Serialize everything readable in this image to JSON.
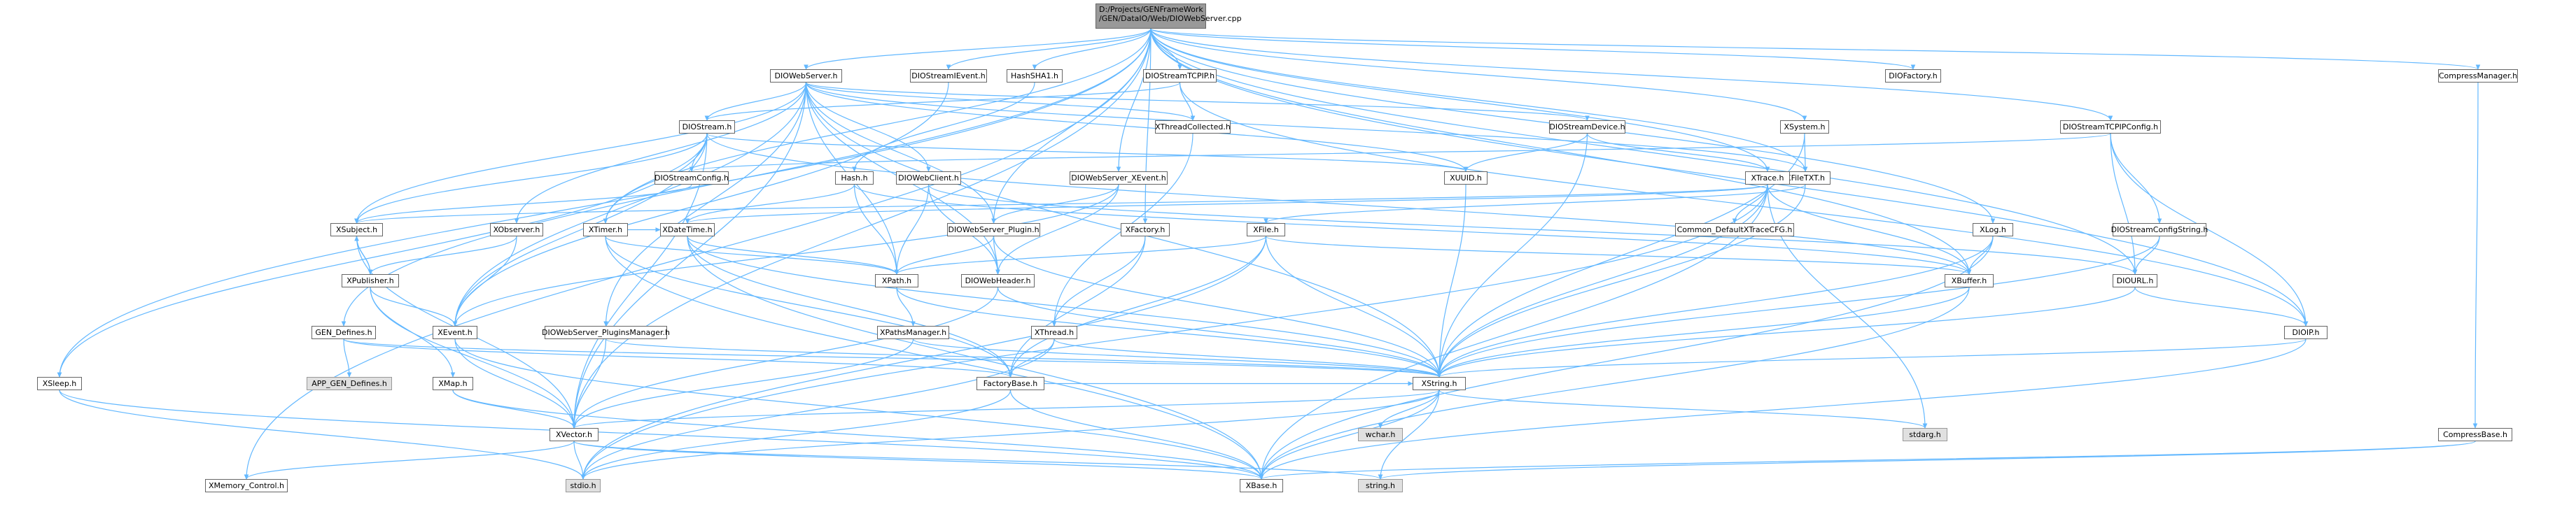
{
  "colors": {
    "edge": "#63b8ff",
    "node_border": "#666666",
    "system_fill": "#e0e0e0",
    "root_fill": "#999999"
  },
  "nodes": [
    {
      "id": "root",
      "label": "D:/Projects/GENFrameWork\n/GEN/DataIO/Web/DIOWebServer.cpp",
      "kind": "root"
    },
    {
      "id": "DIOWebServer_h",
      "label": "DIOWebServer.h"
    },
    {
      "id": "DIOStreamIEvent_h",
      "label": "DIOStreamIEvent.h"
    },
    {
      "id": "HashSHA1_h",
      "label": "HashSHA1.h"
    },
    {
      "id": "DIOStreamTCPIP_h",
      "label": "DIOStreamTCPIP.h"
    },
    {
      "id": "DIOFactory_h",
      "label": "DIOFactory.h"
    },
    {
      "id": "CompressManager_h",
      "label": "CompressManager.h"
    },
    {
      "id": "DIOStream_h",
      "label": "DIOStream.h"
    },
    {
      "id": "XThreadCollected_h",
      "label": "XThreadCollected.h"
    },
    {
      "id": "DIOStreamDevice_h",
      "label": "DIOStreamDevice.h"
    },
    {
      "id": "XSystem_h",
      "label": "XSystem.h"
    },
    {
      "id": "DIOStreamTCPIPConfig_h",
      "label": "DIOStreamTCPIPConfig.h"
    },
    {
      "id": "DIOStreamConfig_h",
      "label": "DIOStreamConfig.h"
    },
    {
      "id": "XUUID_h",
      "label": "XUUID.h"
    },
    {
      "id": "XFileTXT_h",
      "label": "XFileTXT.h"
    },
    {
      "id": "Hash_h",
      "label": "Hash.h"
    },
    {
      "id": "DIOWebClient_h",
      "label": "DIOWebClient.h"
    },
    {
      "id": "DIOWebServer_XEvent_h",
      "label": "DIOWebServer_XEvent.h"
    },
    {
      "id": "XTrace_h",
      "label": "XTrace.h"
    },
    {
      "id": "XSubject_h",
      "label": "XSubject.h"
    },
    {
      "id": "XObserver_h",
      "label": "XObserver.h"
    },
    {
      "id": "DIOWebServer_Plugin_h",
      "label": "DIOWebServer_Plugin.h"
    },
    {
      "id": "Common_DefaultXTraceCFG_h",
      "label": "Common_DefaultXTraceCFG.h"
    },
    {
      "id": "DIOStreamConfigString_h",
      "label": "DIOStreamConfigString.h"
    },
    {
      "id": "XTimer_h",
      "label": "XTimer.h"
    },
    {
      "id": "XDateTime_h",
      "label": "XDateTime.h"
    },
    {
      "id": "XFactory_h",
      "label": "XFactory.h"
    },
    {
      "id": "XFile_h",
      "label": "XFile.h"
    },
    {
      "id": "XLog_h",
      "label": "XLog.h"
    },
    {
      "id": "XPublisher_h",
      "label": "XPublisher.h"
    },
    {
      "id": "XPath_h",
      "label": "XPath.h"
    },
    {
      "id": "DIOWebHeader_h",
      "label": "DIOWebHeader.h"
    },
    {
      "id": "XBuffer_h",
      "label": "XBuffer.h"
    },
    {
      "id": "DIOURL_h",
      "label": "DIOURL.h"
    },
    {
      "id": "GEN_Defines_h",
      "label": "GEN_Defines.h"
    },
    {
      "id": "XEvent_h",
      "label": "XEvent.h"
    },
    {
      "id": "DIOWebServer_PluginsManager_h",
      "label": "DIOWebServer_PluginsManager.h"
    },
    {
      "id": "XPathsManager_h",
      "label": "XPathsManager.h"
    },
    {
      "id": "XThread_h",
      "label": "XThread.h"
    },
    {
      "id": "DIOIP_h",
      "label": "DIOIP.h"
    },
    {
      "id": "XSleep_h",
      "label": "XSleep.h"
    },
    {
      "id": "APP_GEN_Defines_h",
      "label": "APP_GEN_Defines.h",
      "kind": "system"
    },
    {
      "id": "XMap_h",
      "label": "XMap.h"
    },
    {
      "id": "FactoryBase_h",
      "label": "FactoryBase.h"
    },
    {
      "id": "XString_h",
      "label": "XString.h"
    },
    {
      "id": "wchar_h",
      "label": "wchar.h",
      "kind": "system"
    },
    {
      "id": "stdarg_h",
      "label": "stdarg.h",
      "kind": "system"
    },
    {
      "id": "CompressBase_h",
      "label": "CompressBase.h"
    },
    {
      "id": "XVector_h",
      "label": "XVector.h"
    },
    {
      "id": "XMemory_Control_h",
      "label": "XMemory_Control.h"
    },
    {
      "id": "stdio_h",
      "label": "stdio.h",
      "kind": "system"
    },
    {
      "id": "XBase_h",
      "label": "XBase.h"
    },
    {
      "id": "string_h",
      "label": "string.h",
      "kind": "system"
    }
  ],
  "edges": [
    [
      "root",
      "DIOWebServer_h"
    ],
    [
      "root",
      "DIOStreamIEvent_h"
    ],
    [
      "root",
      "HashSHA1_h"
    ],
    [
      "root",
      "DIOStreamTCPIP_h"
    ],
    [
      "root",
      "DIOFactory_h"
    ],
    [
      "root",
      "CompressManager_h"
    ],
    [
      "root",
      "XSystem_h"
    ],
    [
      "root",
      "DIOStreamTCPIPConfig_h"
    ],
    [
      "root",
      "XFileTXT_h"
    ],
    [
      "root",
      "DIOWebServer_XEvent_h"
    ],
    [
      "root",
      "DIOWebServer_Plugin_h"
    ],
    [
      "root",
      "XTimer_h"
    ],
    [
      "root",
      "XFactory_h"
    ],
    [
      "root",
      "XLog_h"
    ],
    [
      "root",
      "XBuffer_h"
    ],
    [
      "root",
      "DIOURL_h"
    ],
    [
      "root",
      "GEN_Defines_h"
    ],
    [
      "root",
      "XSleep_h"
    ],
    [
      "root",
      "XMemory_Control_h"
    ],
    [
      "root",
      "DIOIP_h"
    ],
    [
      "root",
      "XTrace_h"
    ],
    [
      "root",
      "XVector_h"
    ],
    [
      "DIOWebServer_h",
      "DIOStream_h"
    ],
    [
      "DIOWebServer_h",
      "XThreadCollected_h"
    ],
    [
      "DIOWebServer_h",
      "DIOStreamDevice_h"
    ],
    [
      "DIOWebServer_h",
      "DIOWebClient_h"
    ],
    [
      "DIOWebServer_h",
      "XSubject_h"
    ],
    [
      "DIOWebServer_h",
      "XObserver_h"
    ],
    [
      "DIOWebServer_h",
      "DIOWebServer_Plugin_h"
    ],
    [
      "DIOWebServer_h",
      "XPath_h"
    ],
    [
      "DIOWebServer_h",
      "DIOWebHeader_h"
    ],
    [
      "DIOWebServer_h",
      "DIOWebServer_PluginsManager_h"
    ],
    [
      "DIOWebServer_h",
      "XString_h"
    ],
    [
      "DIOWebServer_h",
      "XVector_h"
    ],
    [
      "DIOWebServer_h",
      "XEvent_h"
    ],
    [
      "DIOWebServer_h",
      "XFileTXT_h"
    ],
    [
      "DIOWebServer_h",
      "XUUID_h"
    ],
    [
      "DIOStreamIEvent_h",
      "XEvent_h"
    ],
    [
      "HashSHA1_h",
      "Hash_h"
    ],
    [
      "DIOStreamTCPIP_h",
      "DIOStream_h"
    ],
    [
      "DIOStreamTCPIP_h",
      "XThreadCollected_h"
    ],
    [
      "DIOStreamTCPIP_h",
      "DIOIP_h"
    ],
    [
      "DIOStream_h",
      "DIOStreamConfig_h"
    ],
    [
      "DIOStream_h",
      "XSubject_h"
    ],
    [
      "DIOStream_h",
      "XTimer_h"
    ],
    [
      "DIOStream_h",
      "XBuffer_h"
    ],
    [
      "DIOStream_h",
      "XEvent_h"
    ],
    [
      "DIOStream_h",
      "XUUID_h"
    ],
    [
      "DIOStream_h",
      "XSleep_h"
    ],
    [
      "DIOStream_h",
      "XVector_h"
    ],
    [
      "XThreadCollected_h",
      "XThread_h"
    ],
    [
      "DIOStreamDevice_h",
      "XUUID_h"
    ],
    [
      "DIOStreamDevice_h",
      "XTrace_h"
    ],
    [
      "DIOStreamDevice_h",
      "XString_h"
    ],
    [
      "XSystem_h",
      "XFileTXT_h"
    ],
    [
      "XSystem_h",
      "XString_h"
    ],
    [
      "DIOStreamTCPIPConfig_h",
      "DIOStreamConfig_h"
    ],
    [
      "DIOStreamTCPIPConfig_h",
      "DIOStreamConfigString_h"
    ],
    [
      "DIOStreamTCPIPConfig_h",
      "DIOURL_h"
    ],
    [
      "DIOStreamTCPIPConfig_h",
      "DIOIP_h"
    ],
    [
      "DIOStreamConfig_h",
      "XSubject_h"
    ],
    [
      "XUUID_h",
      "XString_h"
    ],
    [
      "XFileTXT_h",
      "XFile_h"
    ],
    [
      "XFileTXT_h",
      "XString_h"
    ],
    [
      "Hash_h",
      "XBuffer_h"
    ],
    [
      "Hash_h",
      "XPath_h"
    ],
    [
      "Hash_h",
      "XDateTime_h"
    ],
    [
      "DIOWebClient_h",
      "DIOWebHeader_h"
    ],
    [
      "DIOWebClient_h",
      "XPath_h"
    ],
    [
      "DIOWebClient_h",
      "DIOURL_h"
    ],
    [
      "DIOWebServer_XEvent_h",
      "XEvent_h"
    ],
    [
      "DIOWebServer_XEvent_h",
      "DIOWebHeader_h"
    ],
    [
      "DIOWebServer_XEvent_h",
      "DIOWebServer_Plugin_h"
    ],
    [
      "XTrace_h",
      "Common_DefaultXTraceCFG_h"
    ],
    [
      "XTrace_h",
      "XBuffer_h"
    ],
    [
      "XTrace_h",
      "XString_h"
    ],
    [
      "XTrace_h",
      "XSubject_h"
    ],
    [
      "XTrace_h",
      "XDateTime_h"
    ],
    [
      "XTrace_h",
      "XBase_h"
    ],
    [
      "XTrace_h",
      "stdarg_h"
    ],
    [
      "XTrace_h",
      "stdio_h"
    ],
    [
      "XSubject_h",
      "XPublisher_h"
    ],
    [
      "XSubject_h",
      "XVector_h"
    ],
    [
      "XObserver_h",
      "XPublisher_h"
    ],
    [
      "XObserver_h",
      "XEvent_h"
    ],
    [
      "DIOWebServer_Plugin_h",
      "XPath_h"
    ],
    [
      "DIOWebServer_Plugin_h",
      "DIOWebHeader_h"
    ],
    [
      "DIOWebServer_Plugin_h",
      "XString_h"
    ],
    [
      "DIOStreamConfigString_h",
      "DIOURL_h"
    ],
    [
      "DIOStreamConfigString_h",
      "XString_h"
    ],
    [
      "XTimer_h",
      "XDateTime_h"
    ],
    [
      "XTimer_h",
      "XPath_h"
    ],
    [
      "XTimer_h",
      "FactoryBase_h"
    ],
    [
      "XTimer_h",
      "XBase_h"
    ],
    [
      "XDateTime_h",
      "XPath_h"
    ],
    [
      "XDateTime_h",
      "XString_h"
    ],
    [
      "XDateTime_h",
      "FactoryBase_h"
    ],
    [
      "XDateTime_h",
      "XBase_h"
    ],
    [
      "XFactory_h",
      "FactoryBase_h"
    ],
    [
      "XFactory_h",
      "XThread_h"
    ],
    [
      "XFile_h",
      "XPath_h"
    ],
    [
      "XFile_h",
      "XBuffer_h"
    ],
    [
      "XFile_h",
      "FactoryBase_h"
    ],
    [
      "XFile_h",
      "XString_h"
    ],
    [
      "XFile_h",
      "stdio_h"
    ],
    [
      "XLog_h",
      "XBuffer_h"
    ],
    [
      "XLog_h",
      "XString_h"
    ],
    [
      "XLog_h",
      "XBase_h"
    ],
    [
      "XPublisher_h",
      "XEvent_h"
    ],
    [
      "XPublisher_h",
      "XMap_h"
    ],
    [
      "XPublisher_h",
      "XVector_h"
    ],
    [
      "XPublisher_h",
      "XSubject_h"
    ],
    [
      "XPath_h",
      "XPathsManager_h"
    ],
    [
      "XPath_h",
      "XString_h"
    ],
    [
      "DIOWebHeader_h",
      "XString_h"
    ],
    [
      "DIOWebHeader_h",
      "XVector_h"
    ],
    [
      "XBuffer_h",
      "XString_h"
    ],
    [
      "XBuffer_h",
      "XBase_h"
    ],
    [
      "DIOURL_h",
      "DIOIP_h"
    ],
    [
      "DIOURL_h",
      "XString_h"
    ],
    [
      "GEN_Defines_h",
      "APP_GEN_Defines_h"
    ],
    [
      "GEN_Defines_h",
      "FactoryBase_h"
    ],
    [
      "GEN_Defines_h",
      "XString_h"
    ],
    [
      "XEvent_h",
      "XVector_h"
    ],
    [
      "XEvent_h",
      "XBase_h"
    ],
    [
      "DIOWebServer_PluginsManager_h",
      "XVector_h"
    ],
    [
      "DIOWebServer_PluginsManager_h",
      "XString_h"
    ],
    [
      "XPathsManager_h",
      "XVector_h"
    ],
    [
      "XPathsManager_h",
      "XString_h"
    ],
    [
      "XThread_h",
      "FactoryBase_h"
    ],
    [
      "XThread_h",
      "XString_h"
    ],
    [
      "XThread_h",
      "stdio_h"
    ],
    [
      "DIOIP_h",
      "XString_h"
    ],
    [
      "DIOIP_h",
      "XBase_h"
    ],
    [
      "XSleep_h",
      "XBase_h"
    ],
    [
      "XSleep_h",
      "stdio_h"
    ],
    [
      "XMap_h",
      "XVector_h"
    ],
    [
      "XMap_h",
      "XBase_h"
    ],
    [
      "FactoryBase_h",
      "XBase_h"
    ],
    [
      "FactoryBase_h",
      "XString_h"
    ],
    [
      "FactoryBase_h",
      "stdio_h"
    ],
    [
      "XString_h",
      "XVector_h"
    ],
    [
      "XString_h",
      "wchar_h"
    ],
    [
      "XString_h",
      "stdarg_h"
    ],
    [
      "XString_h",
      "XBase_h"
    ],
    [
      "XString_h",
      "string_h"
    ],
    [
      "XString_h",
      "stdio_h"
    ],
    [
      "CompressManager_h",
      "CompressBase_h"
    ],
    [
      "CompressBase_h",
      "XBase_h"
    ],
    [
      "CompressBase_h",
      "string_h"
    ],
    [
      "XVector_h",
      "XMemory_Control_h"
    ],
    [
      "XVector_h",
      "XBase_h"
    ],
    [
      "XVector_h",
      "stdio_h"
    ],
    [
      "XVector_h",
      "string_h"
    ]
  ]
}
